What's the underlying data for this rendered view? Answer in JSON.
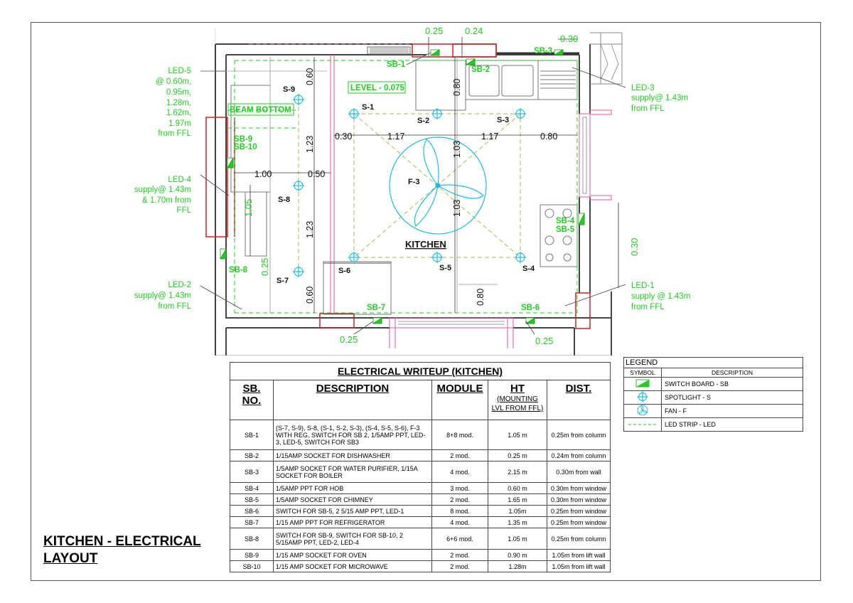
{
  "sheet_title": [
    "KITCHEN - ELECTRICAL",
    "LAYOUT"
  ],
  "room_label": "KITCHEN",
  "plan_labels": {
    "level": "LEVEL - 0.075",
    "beam_bottom": "BEAM BOTTOM",
    "fan": "F-3",
    "spotlights": [
      "S-1",
      "S-2",
      "S-3",
      "S-4",
      "S-5",
      "S-6",
      "S-7",
      "S-8",
      "S-9"
    ],
    "switchboards": [
      "SB-1",
      "SB-2",
      "SB-3",
      "SB-4",
      "SB-5",
      "SB-6",
      "SB-7",
      "SB-8",
      "SB-9",
      "SB-10"
    ]
  },
  "dimensions": {
    "top_left": "0.25",
    "top_mid": "0.24",
    "top_right": "0.30",
    "v_060_top": "0.60",
    "v_080_top": "0.80",
    "v_123_top": "1.23",
    "v_103_top": "1.03",
    "h_030": "0.30",
    "h_117_a": "1.17",
    "h_117_b": "1.17",
    "h_080": "0.80",
    "h_100": "1.00",
    "h_050": "0.50",
    "v_105": "1.05",
    "v_123_bot": "1.23",
    "v_103_bot": "1.03",
    "v_025": "0.25",
    "v_060_bot": "0.60",
    "v_080_bot": "0.80",
    "right_030": "0.30",
    "bottom_left": "0.25",
    "bottom_right": "0.25"
  },
  "annotations": {
    "led5": [
      "LED-5",
      "@ 0.60m,",
      "0.95m,",
      "1.28m,",
      "1.62m,",
      "1.97m",
      "from FFL"
    ],
    "led4": [
      "LED-4",
      "supply@ 1.43m",
      "& 1.70m from",
      "FFL"
    ],
    "led2": [
      "LED-2",
      "supply@ 1.43m",
      "from FFL"
    ],
    "led3": [
      "LED-3",
      "supply@ 1.43m",
      "from FFL"
    ],
    "led1": [
      "LED-1",
      "supply @ 1.43m",
      "from FFL"
    ]
  },
  "writeup": {
    "title": "ELECTRICAL WRITEUP (KITCHEN)",
    "columns": [
      "SB. NO.",
      "DESCRIPTION",
      "MODULE",
      "HT",
      "DIST."
    ],
    "ht_sub": [
      "(MOUNTING",
      "LVL FROM FFL)"
    ],
    "rows": [
      [
        "SB-1",
        "(S-7, S-9), S-8, (S-1, S-2, S-3), (S-4, S-5, S-6), F-3 WITH REG, SWITCH FOR SB 2, 1/5AMP PPT, LED-3, LED-5, SWITCH FOR SB3",
        "8+8 mod.",
        "1.05 m",
        "0.25m from column"
      ],
      [
        "SB-2",
        "1/15AMP SOCKET FOR DISHWASHER",
        "2 mod.",
        "0.25 m",
        "0.24m from column"
      ],
      [
        "SB-3",
        "1/5AMP SOCKET FOR WATER PURIFIER, 1/15A SOCKET FOR BOILER",
        "4 mod.",
        "2.15 m",
        "0.30m from wall"
      ],
      [
        "SB-4",
        "1/5AMP PPT FOR HOB",
        "3 mod.",
        "0.60 m",
        "0.30m from window"
      ],
      [
        "SB-5",
        "1/5AMP SOCKET FOR CHIMNEY",
        "2 mod.",
        "1.65 m",
        "0.30m from window"
      ],
      [
        "SB-6",
        "SWITCH FOR SB-5, 2 5/15 AMP PPT, LED-1",
        "8 mod.",
        "1.05m",
        "0.25m from window"
      ],
      [
        "SB-7",
        "1/15 AMP PPT FOR REFRIGERATOR",
        "4 mod.",
        "1.35 m",
        "0.25m from window"
      ],
      [
        "SB-8",
        "SWITCH FOR SB-9, SWITCH FOR SB-10, 2 5/15AMP PPT, LED-2, LED-4",
        "6+6 mod.",
        "1.05 m",
        "0.25m from column"
      ],
      [
        "SB-9",
        "1/15 AMP SOCKET FOR OVEN",
        "2 mod.",
        "0.90 m",
        "1.05m from lift wall"
      ],
      [
        "SB-10",
        "1/15 AMP SOCKET FOR MICROWAVE",
        "2 mod.",
        "1.28m",
        "1.05m from lift wall"
      ]
    ]
  },
  "legend": {
    "title": "LEGEND",
    "headers": [
      "SYMBOL",
      "DESCRIPTION"
    ],
    "items": [
      {
        "icon": "switch-board-icon",
        "label": "SWITCH BOARD - SB"
      },
      {
        "icon": "spotlight-icon",
        "label": "SPOTLIGHT - S"
      },
      {
        "icon": "fan-icon",
        "label": "FAN - F"
      },
      {
        "icon": "led-strip-icon",
        "label": "LED STRIP - LED"
      }
    ]
  },
  "colors": {
    "green": "#22cc22",
    "cyan": "#22bbdd",
    "red": "#cc2222",
    "pink": "#e0559a",
    "wall": "#444444"
  }
}
